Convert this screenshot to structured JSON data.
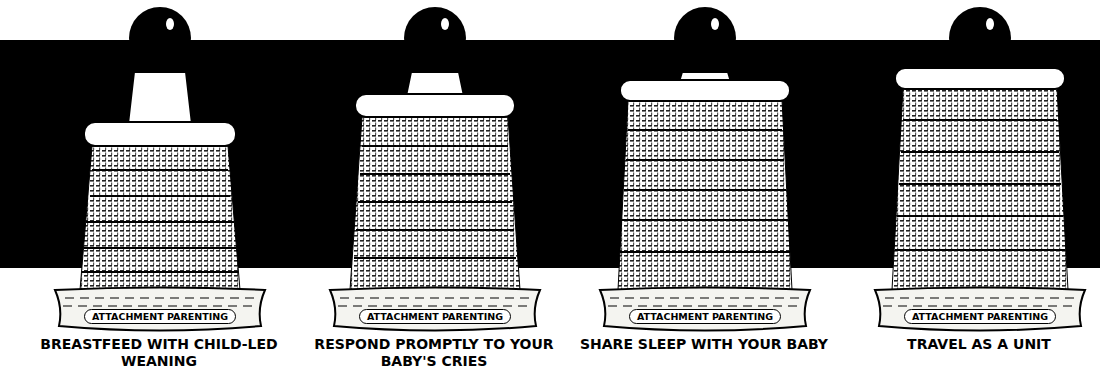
{
  "diagram": {
    "nodes": [
      {
        "text": [
          "ATTACHMENT PARENTING",
          "BREASTFEED WITH CHILD-LED WEANING"
        ]
      },
      {
        "text": [
          "ATTACHMENT PARENTING",
          "RESPOND PROMPTLY TO YOUR BABY'S CRIES"
        ]
      },
      {
        "text": [
          "ATTACHMENT PARENTING",
          "SHARE SLEEP WITH YOUR BABY"
        ]
      },
      {
        "text": [
          "ATTACHMENT PARENTING",
          "TRAVEL AS A UNIT"
        ]
      }
    ]
  }
}
